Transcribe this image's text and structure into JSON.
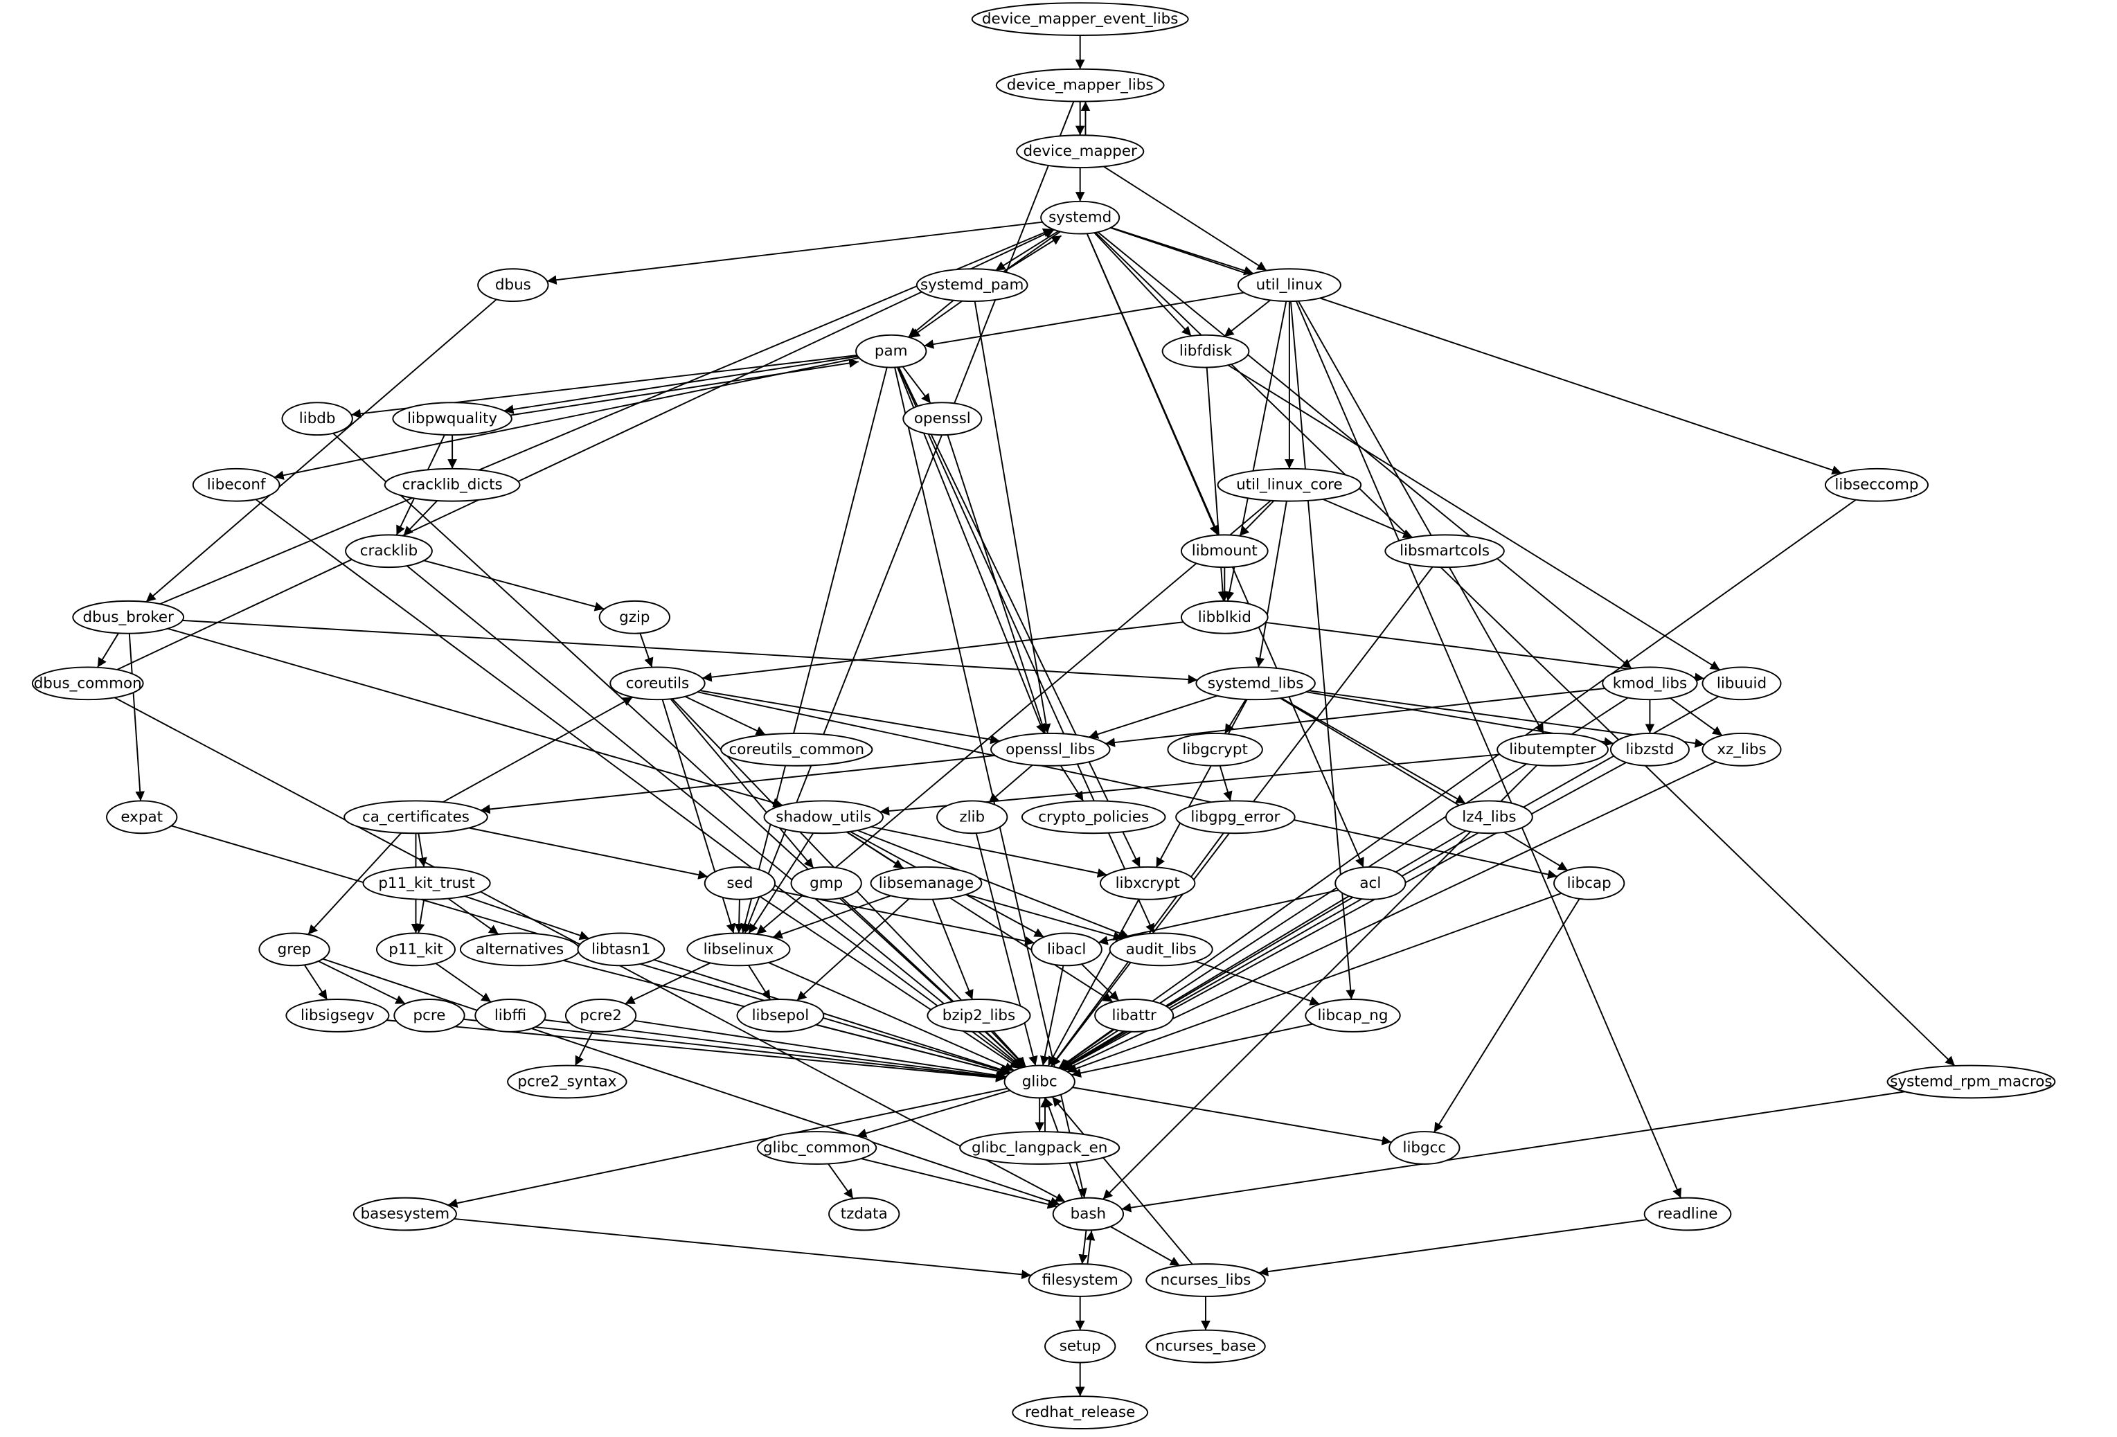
{
  "diagram": {
    "type": "directed-graph",
    "colors": {
      "stroke": "#000000",
      "fill": "#ffffff",
      "text": "#000000"
    },
    "nodes": [
      "device_mapper_event_libs",
      "device_mapper_libs",
      "device_mapper",
      "systemd",
      "dbus",
      "systemd_pam",
      "util_linux",
      "pam",
      "libfdisk",
      "libdb",
      "libpwquality",
      "openssl",
      "libeconf",
      "cracklib_dicts",
      "util_linux_core",
      "libseccomp",
      "cracklib",
      "libmount",
      "libsmartcols",
      "dbus_broker",
      "gzip",
      "libblkid",
      "libuuid",
      "dbus_common",
      "coreutils",
      "systemd_libs",
      "kmod_libs",
      "coreutils_common",
      "openssl_libs",
      "libgcrypt",
      "libutempter",
      "libzstd",
      "xz_libs",
      "expat",
      "ca_certificates",
      "shadow_utils",
      "zlib",
      "crypto_policies",
      "libgpg_error",
      "lz4_libs",
      "p11_kit_trust",
      "sed",
      "gmp",
      "libsemanage",
      "libxcrypt",
      "acl",
      "libcap",
      "grep",
      "p11_kit",
      "alternatives",
      "libtasn1",
      "libselinux",
      "libacl",
      "audit_libs",
      "libsigsegv",
      "pcre",
      "libffi",
      "pcre2",
      "libsepol",
      "bzip2_libs",
      "libattr",
      "libcap_ng",
      "glibc",
      "pcre2_syntax",
      "systemd_rpm_macros",
      "glibc_common",
      "glibc_langpack_en",
      "libgcc",
      "basesystem",
      "tzdata",
      "bash",
      "readline",
      "filesystem",
      "ncurses_libs",
      "setup",
      "ncurses_base",
      "redhat_release"
    ],
    "edges": [
      [
        "device_mapper_event_libs",
        "device_mapper_libs"
      ],
      [
        "device_mapper_libs",
        "device_mapper"
      ],
      [
        "device_mapper",
        "device_mapper_libs"
      ],
      [
        "device_mapper_libs",
        "libselinux"
      ],
      [
        "device_mapper",
        "systemd"
      ],
      [
        "device_mapper",
        "util_linux"
      ],
      [
        "systemd",
        "dbus"
      ],
      [
        "systemd",
        "systemd_pam"
      ],
      [
        "systemd_pam",
        "systemd"
      ],
      [
        "systemd",
        "util_linux"
      ],
      [
        "systemd",
        "pam"
      ],
      [
        "systemd",
        "libfdisk"
      ],
      [
        "systemd",
        "libmount"
      ],
      [
        "systemd",
        "acl"
      ],
      [
        "systemd",
        "kmod_libs"
      ],
      [
        "systemd",
        "libseccomp"
      ],
      [
        "systemd",
        "systemd_rpm_macros"
      ],
      [
        "dbus",
        "dbus_broker"
      ],
      [
        "dbus_broker",
        "systemd"
      ],
      [
        "dbus_common",
        "systemd"
      ],
      [
        "dbus_broker",
        "dbus_common"
      ],
      [
        "dbus_broker",
        "expat"
      ],
      [
        "dbus_broker",
        "systemd_libs"
      ],
      [
        "dbus_broker",
        "shadow_utils"
      ],
      [
        "dbus_common",
        "bash"
      ],
      [
        "systemd_pam",
        "pam"
      ],
      [
        "systemd_pam",
        "openssl_libs"
      ],
      [
        "util_linux",
        "pam"
      ],
      [
        "util_linux",
        "libfdisk"
      ],
      [
        "util_linux",
        "libblkid"
      ],
      [
        "util_linux",
        "util_linux_core"
      ],
      [
        "util_linux",
        "libutempter"
      ],
      [
        "util_linux",
        "libcap_ng"
      ],
      [
        "util_linux",
        "readline"
      ],
      [
        "pam",
        "libdb"
      ],
      [
        "pam",
        "libpwquality"
      ],
      [
        "libpwquality",
        "pam"
      ],
      [
        "pam",
        "libeconf"
      ],
      [
        "pam",
        "openssl"
      ],
      [
        "pam",
        "openssl_libs"
      ],
      [
        "pam",
        "libselinux"
      ],
      [
        "pam",
        "libxcrypt"
      ],
      [
        "pam",
        "audit_libs"
      ],
      [
        "pam",
        "bash"
      ],
      [
        "libfdisk",
        "libblkid"
      ],
      [
        "libfdisk",
        "libuuid"
      ],
      [
        "libdb",
        "glibc"
      ],
      [
        "libpwquality",
        "cracklib_dicts"
      ],
      [
        "libpwquality",
        "cracklib"
      ],
      [
        "libeconf",
        "glibc"
      ],
      [
        "cracklib_dicts",
        "cracklib"
      ],
      [
        "cracklib",
        "gzip"
      ],
      [
        "cracklib",
        "glibc"
      ],
      [
        "openssl",
        "openssl_libs"
      ],
      [
        "util_linux_core",
        "libmount"
      ],
      [
        "util_linux_core",
        "libsmartcols"
      ],
      [
        "util_linux_core",
        "systemd_libs"
      ],
      [
        "util_linux_core",
        "libselinux"
      ],
      [
        "libseccomp",
        "glibc"
      ],
      [
        "libmount",
        "libblkid"
      ],
      [
        "libsmartcols",
        "glibc"
      ],
      [
        "libblkid",
        "coreutils"
      ],
      [
        "libblkid",
        "libuuid"
      ],
      [
        "gzip",
        "coreutils"
      ],
      [
        "coreutils",
        "coreutils_common"
      ],
      [
        "coreutils",
        "openssl_libs"
      ],
      [
        "coreutils",
        "libselinux"
      ],
      [
        "coreutils",
        "gmp"
      ],
      [
        "coreutils",
        "glibc"
      ],
      [
        "coreutils",
        "libcap"
      ],
      [
        "systemd_libs",
        "openssl_libs"
      ],
      [
        "systemd_libs",
        "libgcrypt"
      ],
      [
        "systemd_libs",
        "libxcrypt"
      ],
      [
        "systemd_libs",
        "libzstd"
      ],
      [
        "systemd_libs",
        "xz_libs"
      ],
      [
        "systemd_libs",
        "lz4_libs"
      ],
      [
        "systemd_libs",
        "libcap"
      ],
      [
        "kmod_libs",
        "openssl_libs"
      ],
      [
        "kmod_libs",
        "libzstd"
      ],
      [
        "kmod_libs",
        "xz_libs"
      ],
      [
        "kmod_libs",
        "glibc"
      ],
      [
        "libuuid",
        "glibc"
      ],
      [
        "openssl_libs",
        "ca_certificates"
      ],
      [
        "openssl_libs",
        "zlib"
      ],
      [
        "openssl_libs",
        "crypto_policies"
      ],
      [
        "libgcrypt",
        "libgpg_error"
      ],
      [
        "libutempter",
        "shadow_utils"
      ],
      [
        "libutempter",
        "bash"
      ],
      [
        "libzstd",
        "glibc"
      ],
      [
        "xz_libs",
        "glibc"
      ],
      [
        "ca_certificates",
        "coreutils"
      ],
      [
        "ca_certificates",
        "p11_kit_trust"
      ],
      [
        "ca_certificates",
        "grep"
      ],
      [
        "ca_certificates",
        "p11_kit"
      ],
      [
        "ca_certificates",
        "sed"
      ],
      [
        "shadow_utils",
        "libselinux"
      ],
      [
        "shadow_utils",
        "libsemanage"
      ],
      [
        "shadow_utils",
        "libxcrypt"
      ],
      [
        "shadow_utils",
        "audit_libs"
      ],
      [
        "shadow_utils",
        "libacl"
      ],
      [
        "shadow_utils",
        "libattr"
      ],
      [
        "zlib",
        "glibc"
      ],
      [
        "libgpg_error",
        "glibc"
      ],
      [
        "lz4_libs",
        "glibc"
      ],
      [
        "p11_kit_trust",
        "p11_kit"
      ],
      [
        "p11_kit_trust",
        "alternatives"
      ],
      [
        "p11_kit_trust",
        "libtasn1"
      ],
      [
        "sed",
        "libselinux"
      ],
      [
        "sed",
        "libacl"
      ],
      [
        "sed",
        "glibc"
      ],
      [
        "gmp",
        "glibc"
      ],
      [
        "libsemanage",
        "libselinux"
      ],
      [
        "libsemanage",
        "libsepol"
      ],
      [
        "libsemanage",
        "bzip2_libs"
      ],
      [
        "libsemanage",
        "audit_libs"
      ],
      [
        "libxcrypt",
        "glibc"
      ],
      [
        "acl",
        "libacl"
      ],
      [
        "acl",
        "glibc"
      ],
      [
        "libcap",
        "glibc"
      ],
      [
        "libcap",
        "libgcc"
      ],
      [
        "grep",
        "libsigsegv"
      ],
      [
        "grep",
        "pcre"
      ],
      [
        "grep",
        "bash"
      ],
      [
        "p11_kit",
        "libffi"
      ],
      [
        "alternatives",
        "glibc"
      ],
      [
        "libtasn1",
        "glibc"
      ],
      [
        "libselinux",
        "pcre2"
      ],
      [
        "libselinux",
        "libsepol"
      ],
      [
        "libselinux",
        "glibc"
      ],
      [
        "libacl",
        "libattr"
      ],
      [
        "libacl",
        "glibc"
      ],
      [
        "audit_libs",
        "libcap_ng"
      ],
      [
        "libsigsegv",
        "glibc"
      ],
      [
        "pcre",
        "glibc"
      ],
      [
        "libffi",
        "glibc"
      ],
      [
        "pcre2",
        "pcre2_syntax"
      ],
      [
        "pcre2",
        "glibc"
      ],
      [
        "libsepol",
        "glibc"
      ],
      [
        "bzip2_libs",
        "glibc"
      ],
      [
        "libattr",
        "glibc"
      ],
      [
        "libcap_ng",
        "glibc"
      ],
      [
        "expat",
        "glibc"
      ],
      [
        "glibc",
        "glibc_common"
      ],
      [
        "glibc",
        "glibc_langpack_en"
      ],
      [
        "glibc_langpack_en",
        "glibc"
      ],
      [
        "glibc",
        "libgcc"
      ],
      [
        "glibc",
        "basesystem"
      ],
      [
        "glibc_common",
        "tzdata"
      ],
      [
        "glibc_common",
        "bash"
      ],
      [
        "bash",
        "glibc"
      ],
      [
        "bash",
        "filesystem"
      ],
      [
        "filesystem",
        "bash"
      ],
      [
        "bash",
        "ncurses_libs"
      ],
      [
        "ncurses_libs",
        "glibc"
      ],
      [
        "ncurses_libs",
        "ncurses_base"
      ],
      [
        "readline",
        "ncurses_libs"
      ],
      [
        "basesystem",
        "filesystem"
      ],
      [
        "filesystem",
        "setup"
      ],
      [
        "setup",
        "redhat_release"
      ],
      [
        "systemd_rpm_macros",
        "bash"
      ]
    ]
  }
}
